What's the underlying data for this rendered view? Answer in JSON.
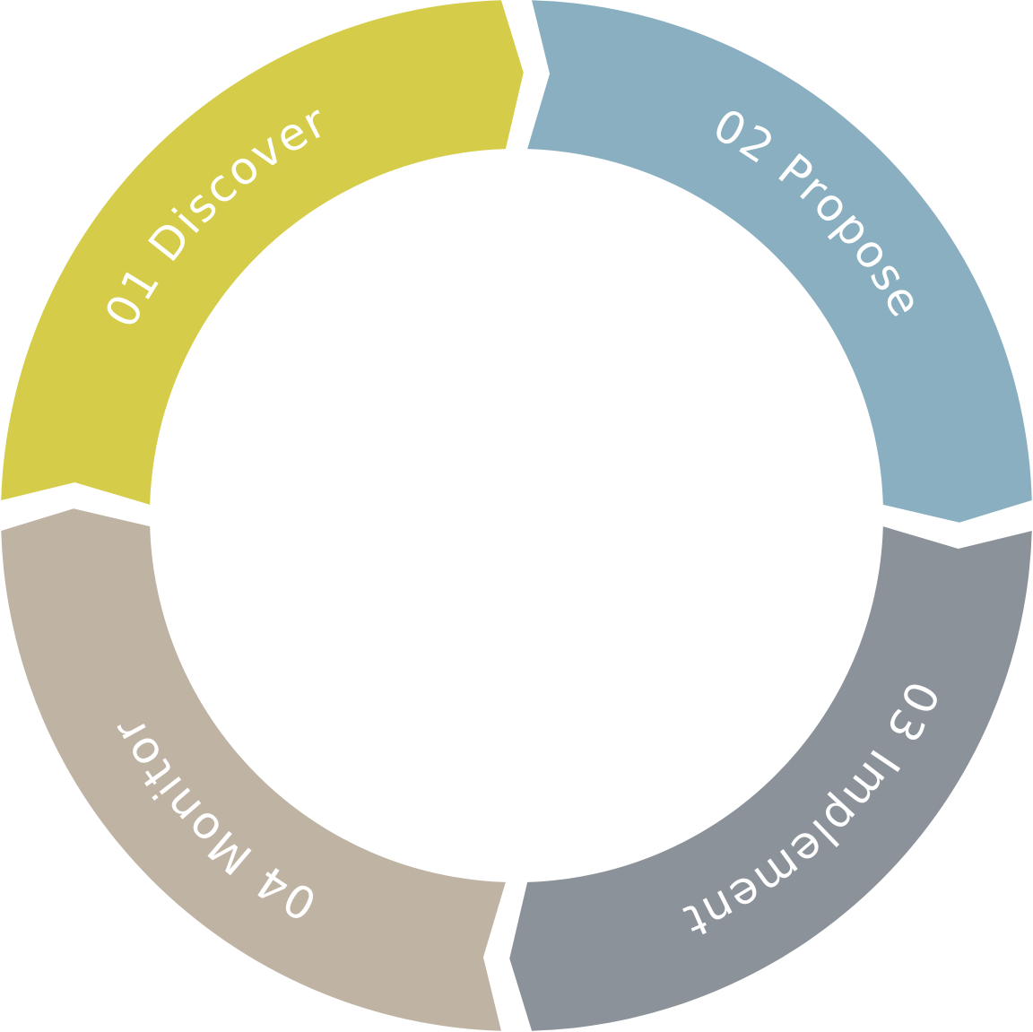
{
  "diagram": {
    "type": "cycle",
    "stages": [
      {
        "label": "01 Discover",
        "color": "#D5CD49"
      },
      {
        "label": "02 Propose",
        "color": "#89AFC0"
      },
      {
        "label": "03 Implement",
        "color": "#8B9299"
      },
      {
        "label": "04 Monitor",
        "color": "#BFB3A4"
      }
    ]
  }
}
